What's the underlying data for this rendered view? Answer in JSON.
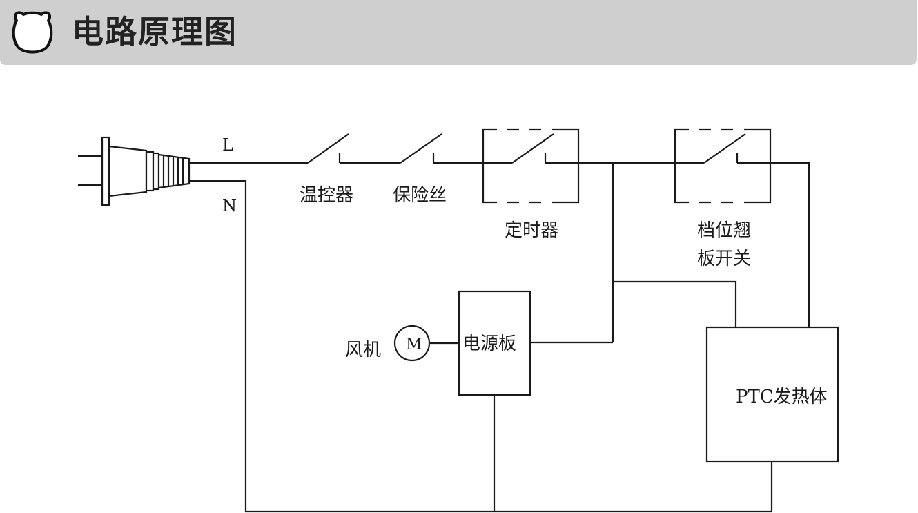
{
  "header": {
    "title": "电路原理图",
    "icon": "bear-face-icon"
  },
  "diagram": {
    "line_L": "L",
    "line_N": "N",
    "thermostat": "温控器",
    "fuse": "保险丝",
    "timer": "定时器",
    "gear_switch_line1": "档位翘",
    "gear_switch_line2": "板开关",
    "fan": "风机",
    "motor": "M",
    "power_board": "电源板",
    "ptc_heater": "PTC发热体"
  }
}
